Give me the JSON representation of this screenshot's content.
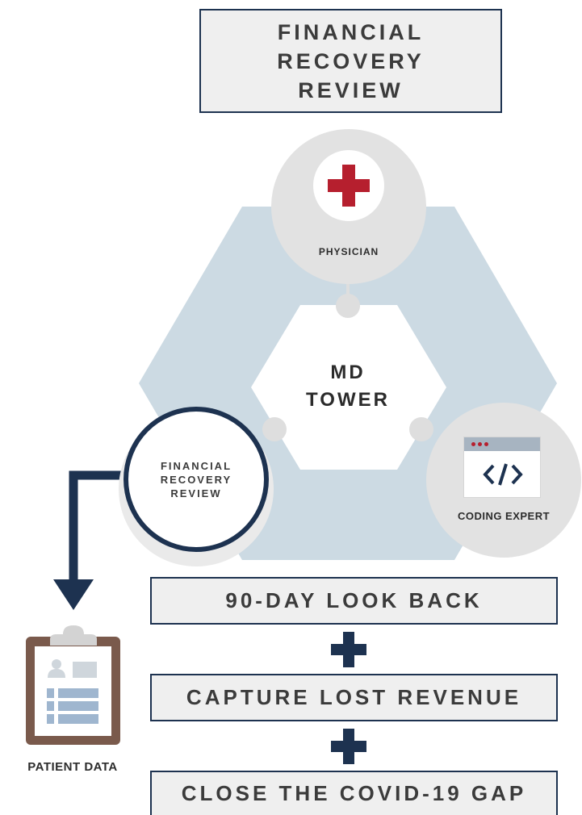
{
  "title": {
    "line1": "FINANCIAL",
    "line2": "RECOVERY",
    "line3": "REVIEW"
  },
  "diagram": {
    "center": {
      "line1": "MD",
      "line2": "TOWER"
    },
    "nodes": {
      "physician": "PHYSICIAN",
      "coding_expert": "CODING EXPERT",
      "financial": {
        "line1": "FINANCIAL",
        "line2": "RECOVERY",
        "line3": "REVIEW"
      }
    },
    "patient_data": "PATIENT DATA"
  },
  "steps": [
    "90-DAY LOOK BACK",
    "CAPTURE LOST REVENUE",
    "CLOSE THE COVID-19 GAP"
  ],
  "colors": {
    "navy": "#1d3250",
    "red": "#b61f2e",
    "hex_bg": "#ccdae3",
    "box_bg": "#efefef",
    "clipboard": "#7a5a4c"
  }
}
